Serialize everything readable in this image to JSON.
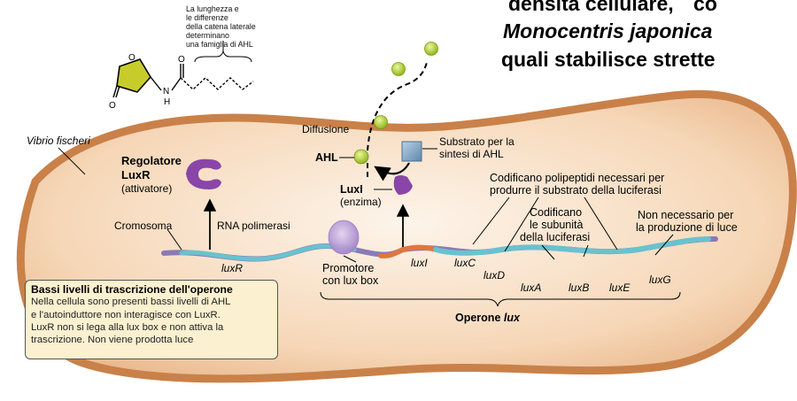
{
  "header": {
    "line1_pre": "densità cellulare,",
    "line1_post": "co",
    "line2": "Monocentris japonica",
    "line3": "quali stabilisce strette"
  },
  "molecule_note": [
    "La lunghezza e",
    "le differenze",
    "della catena laterale",
    "determinano",
    "una famiglia di AHL"
  ],
  "molecule_atoms": {
    "o_ring": "O",
    "o_bottom": "O",
    "o_top": "O",
    "n": "N",
    "h": "H"
  },
  "labels": {
    "organism": "Vibrio fischeri",
    "diffusion": "Diffusione",
    "ahl": "AHL",
    "substrate": [
      "Substrato per la",
      "sintesi di AHL"
    ],
    "regulator": [
      "Regolatore",
      "LuxR",
      "(attivatore)"
    ],
    "luxi_enzyme": [
      "LuxI",
      "(enzima)"
    ],
    "rna_polymerase": "RNA polimerasi",
    "chromosome": "Cromosoma",
    "promoter": [
      "Promotore",
      "con lux box"
    ],
    "codify_polypeptides": [
      "Codificano polipeptidi necessari per",
      "produrre il substrato della luciferasi"
    ],
    "codify_subunits": [
      "Codificano",
      "le subunità",
      "della luciferasi"
    ],
    "not_needed": [
      "Non necessario per",
      "la produzione di luce"
    ],
    "operon_prefix": "Operone ",
    "operon_italic": "lux"
  },
  "genes": [
    "luxR",
    "luxI",
    "luxC",
    "luxD",
    "luxA",
    "luxB",
    "luxE",
    "luxG"
  ],
  "info_box": {
    "title": "Bassi livelli di trascrizione dell'operone",
    "lines": [
      "Nella cellula sono presenti bassi livelli di AHL",
      "e l'autoinduttore non interagisce con LuxR.",
      "LuxR non si lega alla lux box e non attiva la",
      "trascrizione. Non viene prodotta luce"
    ]
  },
  "colors": {
    "cell_outer": "#d4925e",
    "cell_inner": "#f9dcc0",
    "ahl_ball": "#b6d23a",
    "luxr_protein": "#8a45a8",
    "substrate_box": "#7fa3c4",
    "rna_polymerase": "#b99bd4",
    "dna_teal": "#69c2cf",
    "dna_purple": "#8a7ab5",
    "dna_orange": "#e0763c",
    "info_box_bg": "#fbf0cf"
  }
}
